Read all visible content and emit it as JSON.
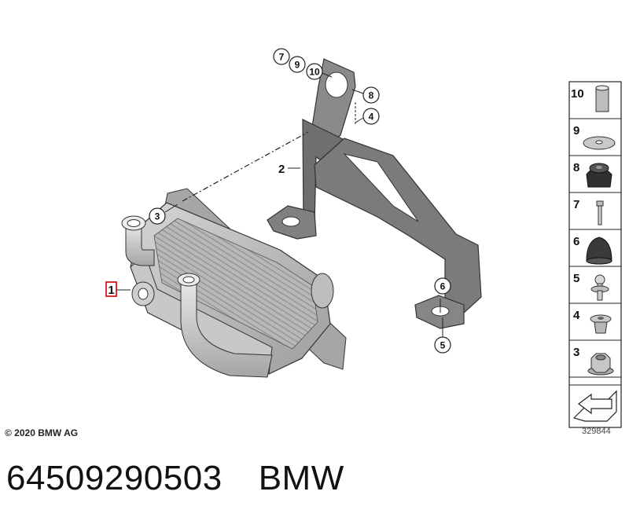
{
  "callouts": {
    "c1": "1",
    "c2": "2",
    "c3": "3",
    "c4": "4",
    "c5": "5",
    "c6": "6",
    "c7": "7",
    "c8": "8",
    "c9": "9",
    "c10": "10"
  },
  "legend": {
    "items": [
      "10",
      "9",
      "8",
      "7",
      "6",
      "5",
      "4",
      "3"
    ],
    "code": "329844"
  },
  "copyright": "© 2020 BMW AG",
  "caption": {
    "part_number": "64509290503",
    "brand": "BMW"
  },
  "colors": {
    "bracket": "#7b7b7b",
    "cooler": "#bdbdbd",
    "highlight": "#d00000"
  }
}
